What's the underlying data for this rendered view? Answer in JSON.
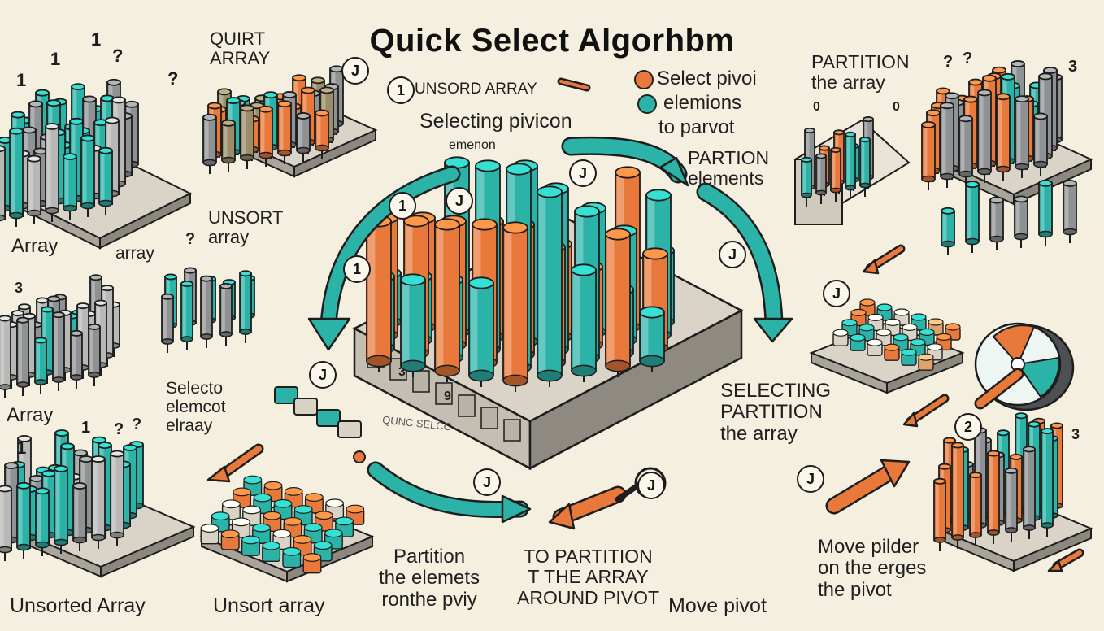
{
  "title": "Quick Select Algorhbm",
  "colors": {
    "teal": "#2bb3a8",
    "orange": "#e8793a",
    "gray": "#8f9294",
    "ink": "#1d1d1d",
    "paper": "#f5efe0"
  },
  "labels": {
    "quirt_array": "QUIRT\nARRAY",
    "array_left": "Array",
    "array_mid": "array",
    "array_bottom_left": "Array",
    "unsort_array": "UNSORT\narray",
    "unsorted_array": "Unsorted Array",
    "unsort_array_bottom": "Unsort array",
    "select_element": "Selecto\nelemcot\nelraay",
    "unsord_array": "UNSORD ARRAY",
    "selecting_pivicon": "Selecting pivicon",
    "elemenon": "emenon",
    "select_pivoi": "Select pivoi",
    "elemions": "elemions",
    "to_parvot": "to parvot",
    "partition_the_array_top": "PARTITION\nthe array",
    "partion_elements": "PARTION\nelements",
    "selecting_partition": "SELECTING\nPARTITION\nthe array",
    "quick_select_small": "QUNC SELCC",
    "partition_elements_pivot": "Partition\nthe elemets\nronthe pviy",
    "to_partition_array": "TO PARTITION\nT THE ARRAY\nAROUND PIVOT",
    "move_pivot": "Move   pivot",
    "move_pilder": "Move pilder\non the erges\nthe pivot"
  },
  "badges": {
    "j": "J",
    "one": "1",
    "two": "2"
  },
  "digits": {
    "one": "1",
    "q": "?",
    "three": "3",
    "zero": "0",
    "nine": "9"
  }
}
